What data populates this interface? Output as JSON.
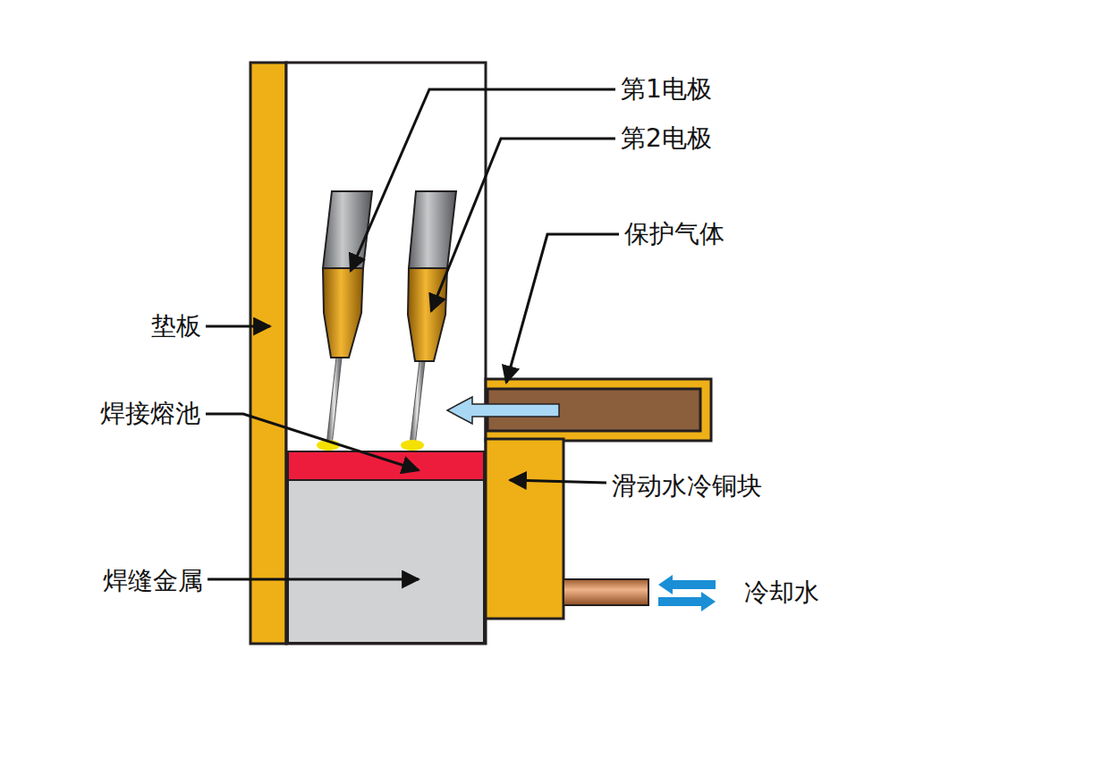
{
  "diagram": {
    "labels": [
      "第1电极",
      "第2电极",
      "保护气体",
      "垫板",
      "焊接熔池",
      "滑动水冷铜块",
      "焊缝金属",
      "冷却水"
    ]
  }
}
